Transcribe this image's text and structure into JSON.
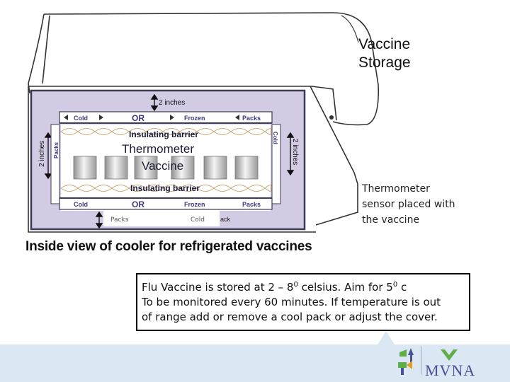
{
  "title_lines": [
    "Vaccine",
    "Storage"
  ],
  "diagram": {
    "spacing_top": "2 inches",
    "spacing_left": "2 inches",
    "spacing_right": "2 inches",
    "top_packs": [
      "Cold",
      "OR",
      "Frozen",
      "Packs"
    ],
    "bottom_packs": [
      "Cold",
      "OR",
      "Frozen",
      "Packs"
    ],
    "side_left": "Packs",
    "side_right": "Cold",
    "insulating_barrier_top": "Insulating barrier",
    "thermometer": "Thermometer",
    "vaccine": "Vaccine",
    "insulating_barrier_bottom": "Insulating barrier",
    "under_left": "Packs",
    "under_mid": "Cold",
    "under_right": "ack"
  },
  "sensor_note_lines": [
    "Thermometer",
    "sensor placed with",
    "the vaccine"
  ],
  "caption": "Inside view of cooler for refrigerated vaccines",
  "info": {
    "line1_a": "Flu Vaccine is stored at 2 – 8",
    "line1_sup1": "0",
    "line1_b": " celsius.  Aim for 5",
    "line1_sup2": "0",
    "line1_c": " c",
    "line2": "To be monitored every 60 minutes. If temperature is out",
    "line3": "of range add or remove a cool pack or adjust the cover."
  },
  "logo": "MVNA",
  "colors": {
    "panel": "#d3cbe3",
    "strip": "#ffffff",
    "footer": "#dbe7f2",
    "logo_blue": "#4a4f9a",
    "logo_green": "#5fae48"
  }
}
